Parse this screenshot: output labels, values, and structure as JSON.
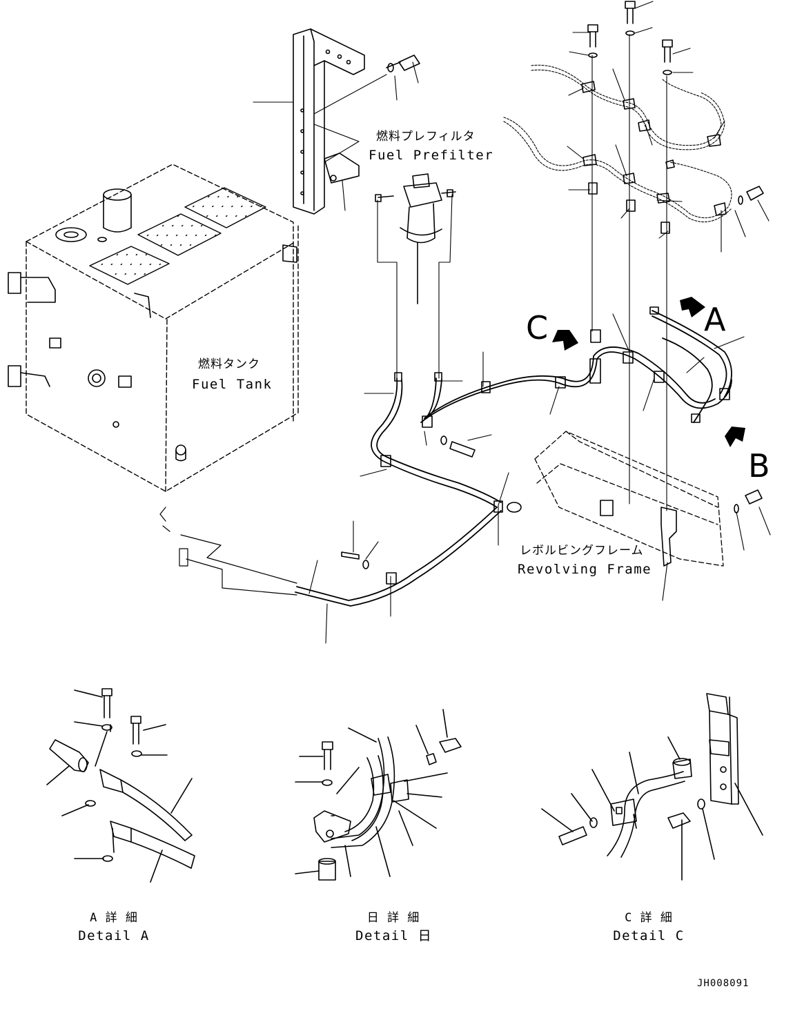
{
  "labels": {
    "fuel_prefilter_jp": "燃料プレフィルタ",
    "fuel_prefilter_en": "Fuel Prefilter",
    "fuel_tank_jp": "燃料タンク",
    "fuel_tank_en": "Fuel Tank",
    "revolving_frame_jp": "レボルビングフレーム",
    "revolving_frame_en": "Revolving Frame"
  },
  "view_markers": {
    "a": "A",
    "b": "B",
    "c": "C"
  },
  "details": [
    {
      "jp": "A 詳 細",
      "en": "Detail A"
    },
    {
      "jp": "日 詳 細",
      "en": "Detail 日"
    },
    {
      "jp": "C 詳 細",
      "en": "Detail C"
    }
  ],
  "drawing_number": "JH008091"
}
